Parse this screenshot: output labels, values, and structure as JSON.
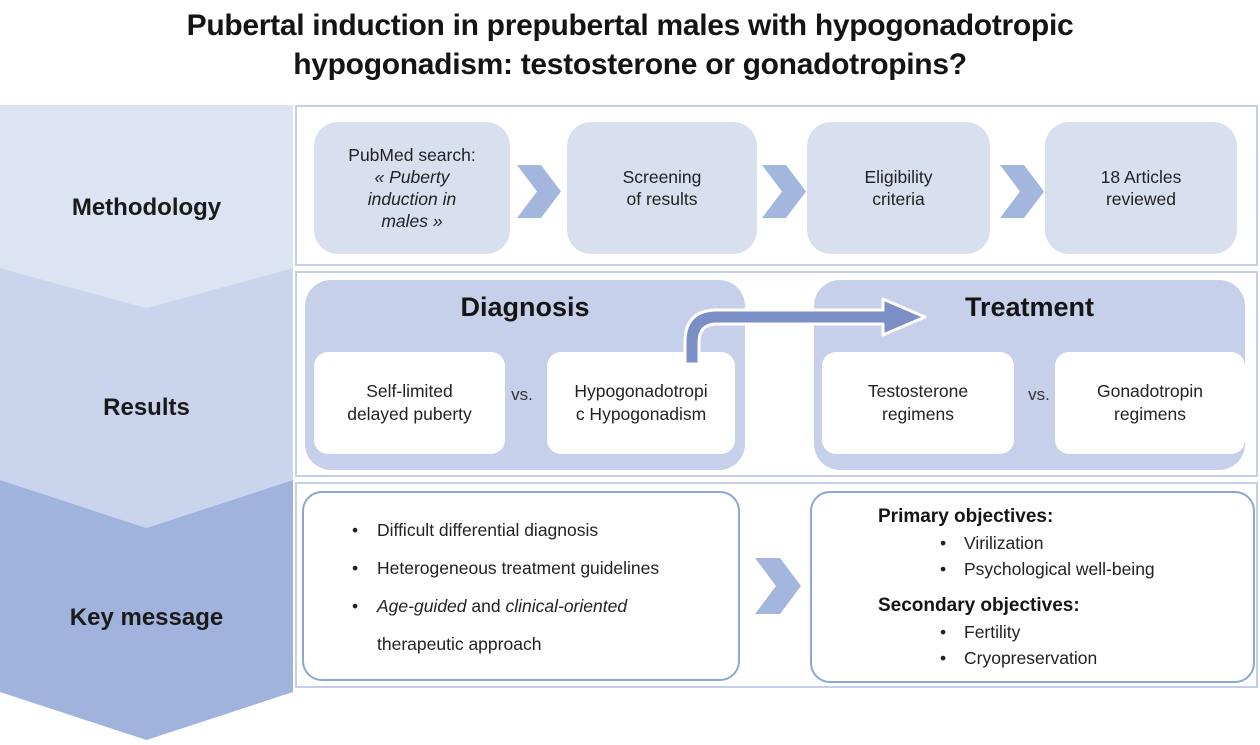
{
  "title": {
    "line1": "Pubertal induction in prepubertal males with hypogonadotropic",
    "line2": "hypogonadism: testosterone or gonadotropins?"
  },
  "bands": {
    "methodology": "Methodology",
    "results": "Results",
    "key_message": "Key message"
  },
  "methodology": {
    "step1": {
      "heading": "PubMed search:",
      "quote": "« Puberty induction in males »"
    },
    "step2": {
      "line1": "Screening",
      "line2": "of results"
    },
    "step3": {
      "line1": "Eligibility",
      "line2": "criteria"
    },
    "step4": {
      "line1": "18 Articles",
      "line2": "reviewed"
    }
  },
  "results": {
    "diagnosis": {
      "title": "Diagnosis",
      "option1": {
        "line1": "Self-limited",
        "line2": "delayed puberty"
      },
      "vs": "vs.",
      "option2": {
        "line1": "Hypogonadotropi",
        "line2": "c Hypogonadism"
      }
    },
    "treatment": {
      "title": "Treatment",
      "option1": {
        "line1": "Testosterone",
        "line2": "regimens"
      },
      "vs": "vs.",
      "option2": {
        "line1": "Gonadotropin",
        "line2": "regimens"
      }
    }
  },
  "key_message": {
    "bullet1": "Difficult differential diagnosis",
    "bullet2": "Heterogeneous treatment guidelines",
    "bullet3": {
      "italic1": "Age-guided",
      "mid": " and ",
      "italic2": "clinical-oriented",
      "rest": "therapeutic approach"
    },
    "objectives": {
      "primary_heading": "Primary objectives:",
      "primary_items": [
        "Virilization",
        "Psychological well-being"
      ],
      "secondary_heading": "Secondary objectives:",
      "secondary_items": [
        "Fertility",
        "Cryopreservation"
      ]
    }
  },
  "colors": {
    "band_methodology": "#dce4f3",
    "band_results": "#cad4ed",
    "band_key_message": "#9fb3dc",
    "step_box_fill": "#d8e0f0",
    "flow_arrow": "#a3b7de",
    "group_box_fill": "#c7d0eb",
    "curved_arrow": "#7b8ec5",
    "outline_box_border": "#8ea6d3",
    "panel_border": "#c3cee9",
    "text": "#1d1d1d"
  }
}
